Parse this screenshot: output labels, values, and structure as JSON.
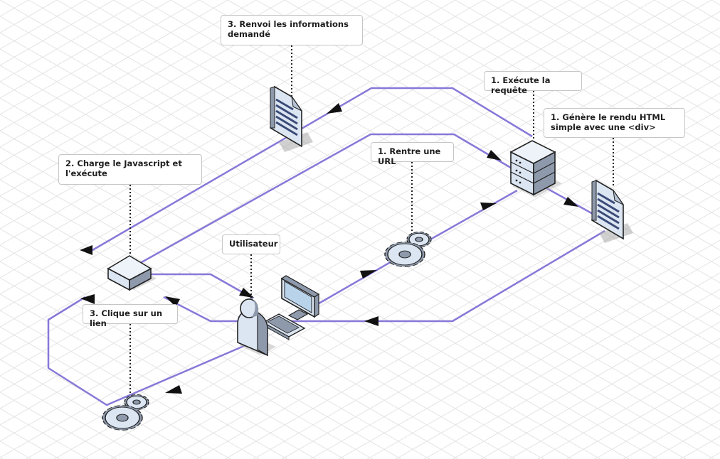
{
  "colors": {
    "flow_line": "#8878d8",
    "grid_line": "#e4e4e4",
    "icon_fill": "#dce6f2",
    "icon_shade": "#8e9aac",
    "leader": "#222222"
  },
  "callouts": {
    "renvoi": "3. Renvoi les informations demandé",
    "execute": "1. Exécute la requête",
    "genere": "1. Génère le rendu HTML simple avec une <div>",
    "charge": "2. Charge le Javascript et l'exécute",
    "rentre": "1. Rentre une URL",
    "utilisateur": "Utilisateur",
    "clique": "3. Clique sur un lien"
  },
  "icons": [
    "document-icon",
    "server-icon",
    "browser-box-icon",
    "gears-icon",
    "monitor-icon",
    "keyboard-icon",
    "user-icon"
  ]
}
